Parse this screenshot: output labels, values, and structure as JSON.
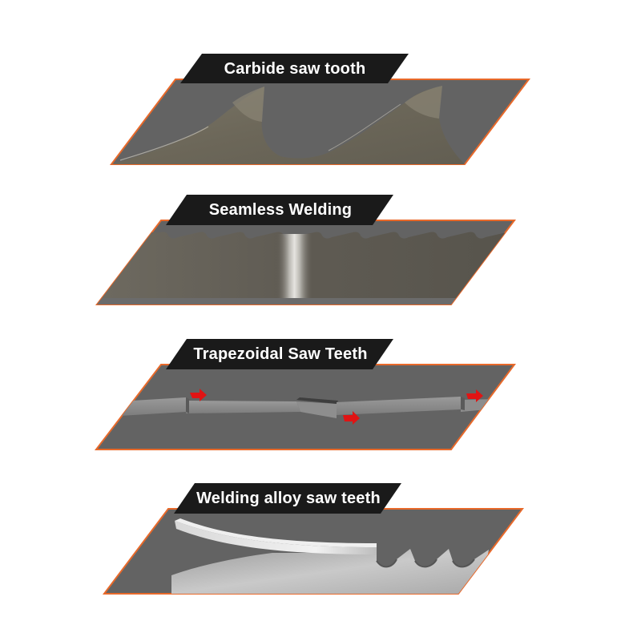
{
  "colors": {
    "background": "#ffffff",
    "panel_fill": "#636363",
    "panel_border": "#e8692a",
    "label_fill": "#1a1a1a",
    "label_text": "#ffffff",
    "arrow": "#e01414"
  },
  "features": [
    {
      "title": "Carbide saw tooth",
      "illustration": "carbide-tooth-closeup"
    },
    {
      "title": "Seamless Welding",
      "illustration": "welded-blade-seam"
    },
    {
      "title": "Trapezoidal Saw Teeth",
      "illustration": "set-teeth-with-arrows"
    },
    {
      "title": "Welding alloy saw teeth",
      "illustration": "alloy-tip-welded-teeth"
    }
  ]
}
